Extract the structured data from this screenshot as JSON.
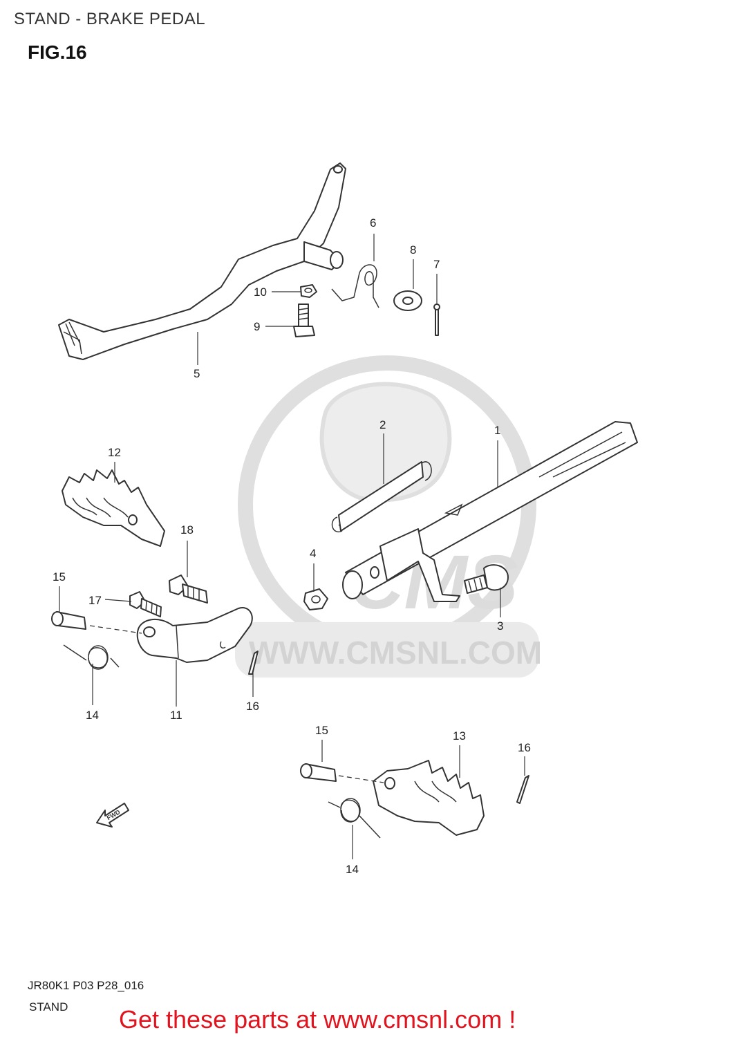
{
  "header": {
    "title": "STAND - BRAKE PEDAL",
    "figure": "FIG.16"
  },
  "watermark": {
    "brand": "CMS",
    "url": "WWW.CMSNL.COM",
    "color": "#d9d9d9"
  },
  "fwd_marker": "FWD",
  "callouts": [
    {
      "id": "c1",
      "text": "1"
    },
    {
      "id": "c2",
      "text": "2"
    },
    {
      "id": "c3",
      "text": "3"
    },
    {
      "id": "c4",
      "text": "4"
    },
    {
      "id": "c5",
      "text": "5"
    },
    {
      "id": "c6",
      "text": "6"
    },
    {
      "id": "c7",
      "text": "7"
    },
    {
      "id": "c8",
      "text": "8"
    },
    {
      "id": "c9",
      "text": "9"
    },
    {
      "id": "c10",
      "text": "10"
    },
    {
      "id": "c11",
      "text": "11"
    },
    {
      "id": "c12",
      "text": "12"
    },
    {
      "id": "c13",
      "text": "13"
    },
    {
      "id": "c14a",
      "text": "14"
    },
    {
      "id": "c14b",
      "text": "14"
    },
    {
      "id": "c15a",
      "text": "15"
    },
    {
      "id": "c15b",
      "text": "15"
    },
    {
      "id": "c16a",
      "text": "16"
    },
    {
      "id": "c16b",
      "text": "16"
    },
    {
      "id": "c17",
      "text": "17"
    },
    {
      "id": "c18",
      "text": "18"
    }
  ],
  "footer": {
    "code": "JR80K1 P03 P28_016",
    "section": "STAND",
    "promo": "Get these parts at www.cmsnl.com !",
    "promo_color": "#e0141e"
  }
}
